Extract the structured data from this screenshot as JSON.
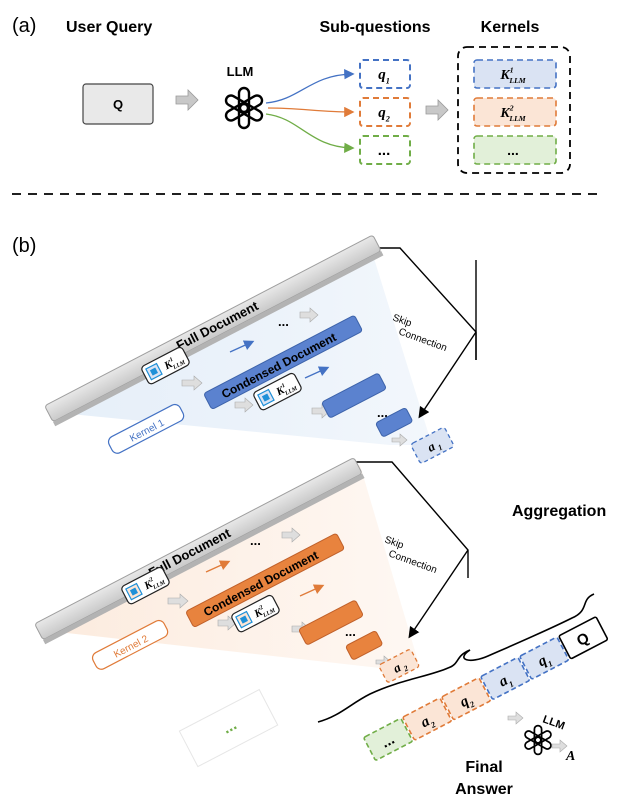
{
  "panel_a": {
    "label": "(a)",
    "user_query": "User Query",
    "query_box": "Q",
    "llm": "LLM",
    "sub_questions_title": "Sub-questions",
    "kernels_title": "Kernels",
    "sub_questions": [
      {
        "text": "q",
        "sub": "1",
        "color": "#4472c4",
        "fill": "#ffffff"
      },
      {
        "text": "q",
        "sub": "2",
        "color": "#e07b39",
        "fill": "#ffffff"
      },
      {
        "text": "...",
        "sub": "",
        "color": "#70ad47",
        "fill": "#ffffff"
      }
    ],
    "kernels": [
      {
        "text": "K",
        "sup": "1",
        "sub": "LLM",
        "color": "#4472c4",
        "fill": "#dae3f3"
      },
      {
        "text": "K",
        "sup": "2",
        "sub": "LLM",
        "color": "#e07b39",
        "fill": "#fbe5d6"
      },
      {
        "text": "...",
        "sup": "",
        "sub": "",
        "color": "#70ad47",
        "fill": "#e2f0d9"
      }
    ]
  },
  "panel_b": {
    "label": "(b)",
    "pipeline_1": {
      "full_document": "Full Document",
      "condensed_document": "Condensed Document",
      "skip_connection": [
        "Skip",
        "Connection"
      ],
      "kernel_tag": "Kernel 1",
      "kernel_sup": "1",
      "kernel_sub": "LLM",
      "answer": "a",
      "answer_sub": "1",
      "ellipsis": "...",
      "color": "#4472c4",
      "light": "#dae3f3"
    },
    "pipeline_2": {
      "full_document": "Full Document",
      "condensed_document": "Condensed Document",
      "skip_connection": [
        "Skip",
        "Connection"
      ],
      "kernel_tag": "Kernel 2",
      "kernel_sup": "2",
      "kernel_sub": "LLM",
      "answer": "a",
      "answer_sub": "2",
      "ellipsis": "...",
      "color": "#e07b39",
      "light": "#fbe5d6"
    },
    "aggregation": "Aggregation",
    "final_answer": [
      "Final",
      "Answer"
    ],
    "answer_letter": "A",
    "llm": "LLM",
    "green_dots": "...",
    "sequence": [
      {
        "text": "...",
        "sub": "",
        "color": "#70ad47",
        "fill": "#e2f0d9"
      },
      {
        "text": "a",
        "sub": "2",
        "color": "#e07b39",
        "fill": "#fbe5d6"
      },
      {
        "text": "q",
        "sub": "2",
        "color": "#e07b39",
        "fill": "#fbe5d6"
      },
      {
        "text": "a",
        "sub": "1",
        "color": "#4472c4",
        "fill": "#dae3f3"
      },
      {
        "text": "q",
        "sub": "1",
        "color": "#4472c4",
        "fill": "#dae3f3"
      },
      {
        "text": "Q",
        "sub": "",
        "color": "#000000",
        "fill": "#ffffff"
      }
    ]
  }
}
